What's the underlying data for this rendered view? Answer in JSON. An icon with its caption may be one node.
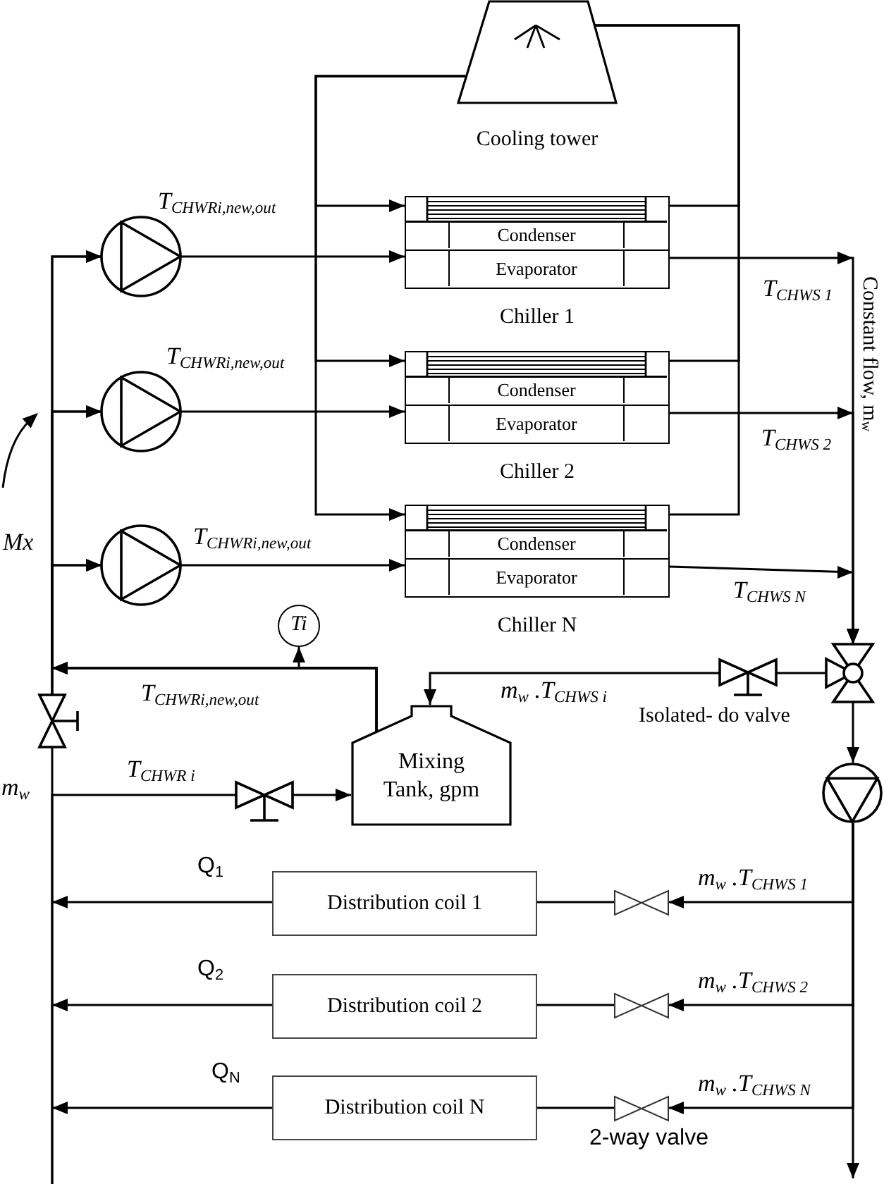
{
  "diagram": {
    "nodes": [
      {
        "text": [
          "Cooling tower"
        ]
      },
      {
        "text": [],
        "shape": "pump"
      },
      {
        "text": [
          "Chiller 1"
        ]
      },
      {
        "text": [
          "Condenser"
        ],
        "in": 2
      },
      {
        "text": [
          "Evaporator"
        ],
        "in": 2
      },
      {
        "text": [],
        "shape": "pump"
      },
      {
        "text": [
          "Chiller 2"
        ]
      },
      {
        "text": [
          "Condenser"
        ],
        "in": 6
      },
      {
        "text": [
          "Evaporator"
        ],
        "in": 6
      },
      {
        "text": [],
        "shape": "pump"
      },
      {
        "text": [
          "Chiller N"
        ]
      },
      {
        "text": [
          "Condenser"
        ],
        "in": 10
      },
      {
        "text": [
          "Evaporator"
        ],
        "in": 10
      },
      {
        "text": [
          "Ti"
        ]
      },
      {
        "text": [],
        "shape": "valve",
        "beside": [
          "Isolated- do valve"
        ]
      },
      {
        "text": [],
        "shape": "valve"
      },
      {
        "text": [],
        "shape": "valve"
      },
      {
        "text": [
          "Mixing Tank, gpm"
        ]
      },
      {
        "text": [],
        "shape": "valve"
      },
      {
        "text": [],
        "shape": "pump"
      },
      {
        "text": [
          "Distribution coil 1"
        ]
      },
      {
        "text": [],
        "shape": "valve"
      },
      {
        "text": [
          "Distribution coil 2"
        ]
      },
      {
        "text": [],
        "shape": "valve"
      },
      {
        "text": [
          "Distribution coil N"
        ]
      },
      {
        "text": [],
        "shape": "valve",
        "beside": [
          "2-way valve"
        ]
      }
    ],
    "edges": [
      {
        "from": 0,
        "to": 3,
        "arrow": "to"
      },
      {
        "from": 0,
        "to": 7,
        "arrow": "to"
      },
      {
        "from": 0,
        "to": 11,
        "arrow": "to"
      },
      {
        "from": 3,
        "to": 0,
        "arrow": "none"
      },
      {
        "from": 7,
        "to": 0,
        "arrow": "none"
      },
      {
        "from": 11,
        "to": 0,
        "arrow": "none"
      },
      {
        "from": 1,
        "to": 4,
        "arrow": "to",
        "label": "T$_{CHWRi,new,out}$"
      },
      {
        "from": 5,
        "to": 8,
        "arrow": "to",
        "label": "T$_{CHWRi,new,out}$"
      },
      {
        "from": 9,
        "to": 12,
        "arrow": "to",
        "label": "T$_{CHWRi,new,out}$"
      },
      {
        "from": 4,
        "to": 15,
        "arrow": "to",
        "label": "T$_{CHWS 1}$"
      },
      {
        "from": 8,
        "to": 15,
        "arrow": "to",
        "label": "T$_{CHWS 2}$"
      },
      {
        "from": 12,
        "to": 15,
        "arrow": "to",
        "label": "T$_{CHWS N}$"
      },
      {
        "from": 15,
        "to": 14,
        "arrow": "none"
      },
      {
        "from": 14,
        "to": 17,
        "arrow": "to",
        "label": "m$_{w}$ .T$_{CHWS i}$"
      },
      {
        "from": 15,
        "to": 19,
        "arrow": "to"
      },
      {
        "from": 19,
        "to": 21,
        "arrow": "to",
        "label": "m$_{w}$ .T$_{CHWS 1}$"
      },
      {
        "from": 19,
        "to": 23,
        "arrow": "to",
        "label": "m$_{w}$ .T$_{CHWS 2}$"
      },
      {
        "from": 19,
        "to": 25,
        "arrow": "to",
        "label": "m$_{w}$ .T$_{CHWS N}$"
      },
      {
        "from": 19,
        "to": null,
        "arrow": "to"
      },
      {
        "from": 21,
        "to": 20,
        "arrow": "none"
      },
      {
        "from": 23,
        "to": 22,
        "arrow": "none"
      },
      {
        "from": 25,
        "to": 24,
        "arrow": "none"
      },
      {
        "from": 20,
        "to": null,
        "arrow": "to",
        "label": "Q$_{1}$"
      },
      {
        "from": 22,
        "to": null,
        "arrow": "to",
        "label": "Q$_{2}$"
      },
      {
        "from": 24,
        "to": null,
        "arrow": "to",
        "label": "Q$_{N}$"
      },
      {
        "from": null,
        "to": 16,
        "arrow": "none"
      },
      {
        "from": null,
        "to": 18,
        "arrow": "none",
        "label": "T$_{CHWR i}$"
      },
      {
        "from": 18,
        "to": 17,
        "arrow": "to"
      },
      {
        "from": 16,
        "to": 1,
        "arrow": "to"
      },
      {
        "from": 16,
        "to": 5,
        "arrow": "to"
      },
      {
        "from": 16,
        "to": 9,
        "arrow": "to"
      },
      {
        "from": 17,
        "to": 1,
        "arrow": "to",
        "label": "T$_{CHWRi,new,out}$"
      },
      {
        "from": 17,
        "to": 5,
        "arrow": "to"
      },
      {
        "from": 17,
        "to": 9,
        "arrow": "to"
      },
      {
        "from": 17,
        "to": 13,
        "arrow": "to"
      }
    ],
    "labels": [
      "Constant flow, m$_{w}$",
      "Mx",
      "m$_{w}$"
    ]
  }
}
